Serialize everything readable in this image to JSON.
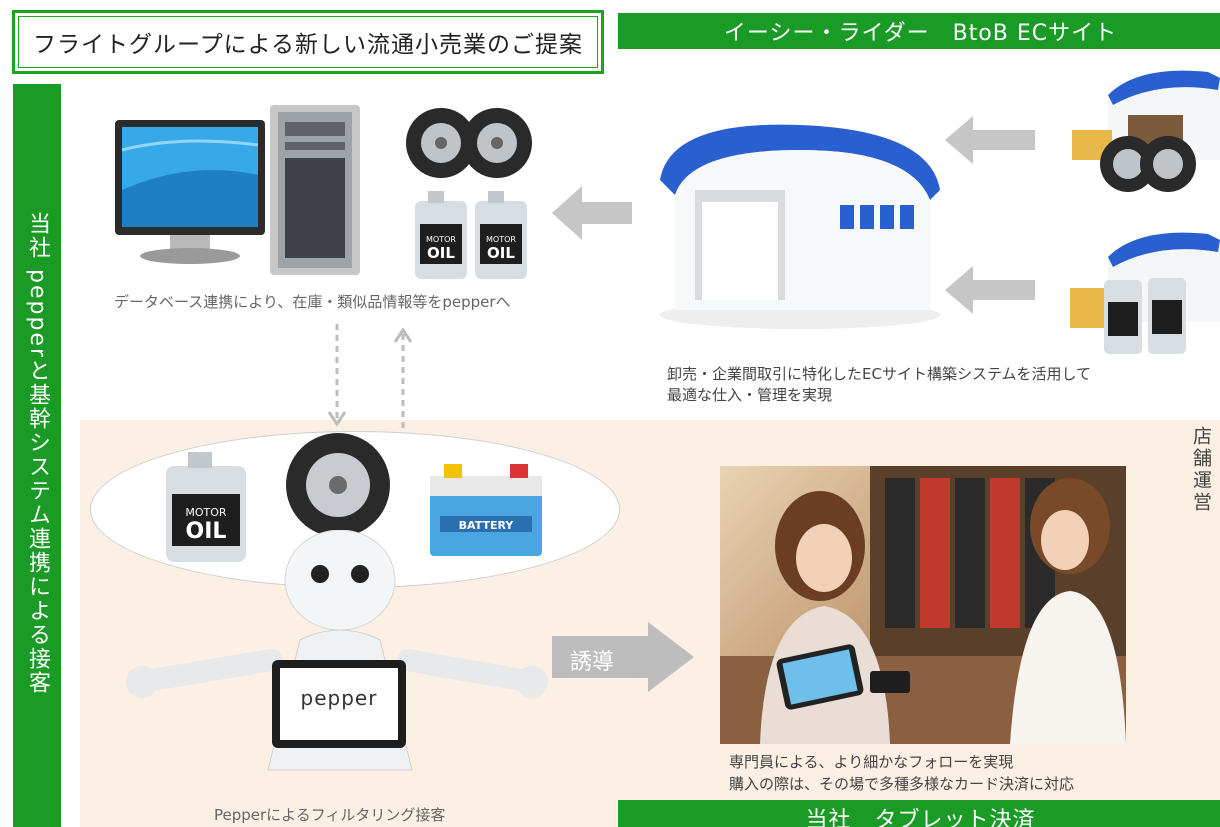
{
  "title": "フライトグループによる新しい流通小売業のご提案",
  "top_bar": "イーシー・ライダー　BtoB ECサイト",
  "bottom_bar": "当社　タブレット決済",
  "side_label": "当社 pepperと基幹システム連携による接客",
  "store_label": "店舗運営",
  "captions": {
    "database": "データベース連携により、在庫・類似品情報等をpepperへ",
    "ec_line1": "卸売・企業間取引に特化したECサイト構築システムを活用して",
    "ec_line2": "最適な仕入・管理を実現",
    "store_line1": "専門員による、より細かなフォローを実現",
    "store_line2": "購入の際は、その場で多種多様なカード決済に対応",
    "pepper": "Pepperによるフィルタリング接客"
  },
  "guide_arrow_label": "誘導",
  "pepper_screen": "pepper",
  "oil_label_line1": "MOTOR",
  "oil_label_line2": "OIL",
  "battery_label": "BATTERY",
  "colors": {
    "brand_green": "#1a9b26",
    "store_bg": "#fcefe4",
    "roof_blue": "#2a5fd0"
  }
}
